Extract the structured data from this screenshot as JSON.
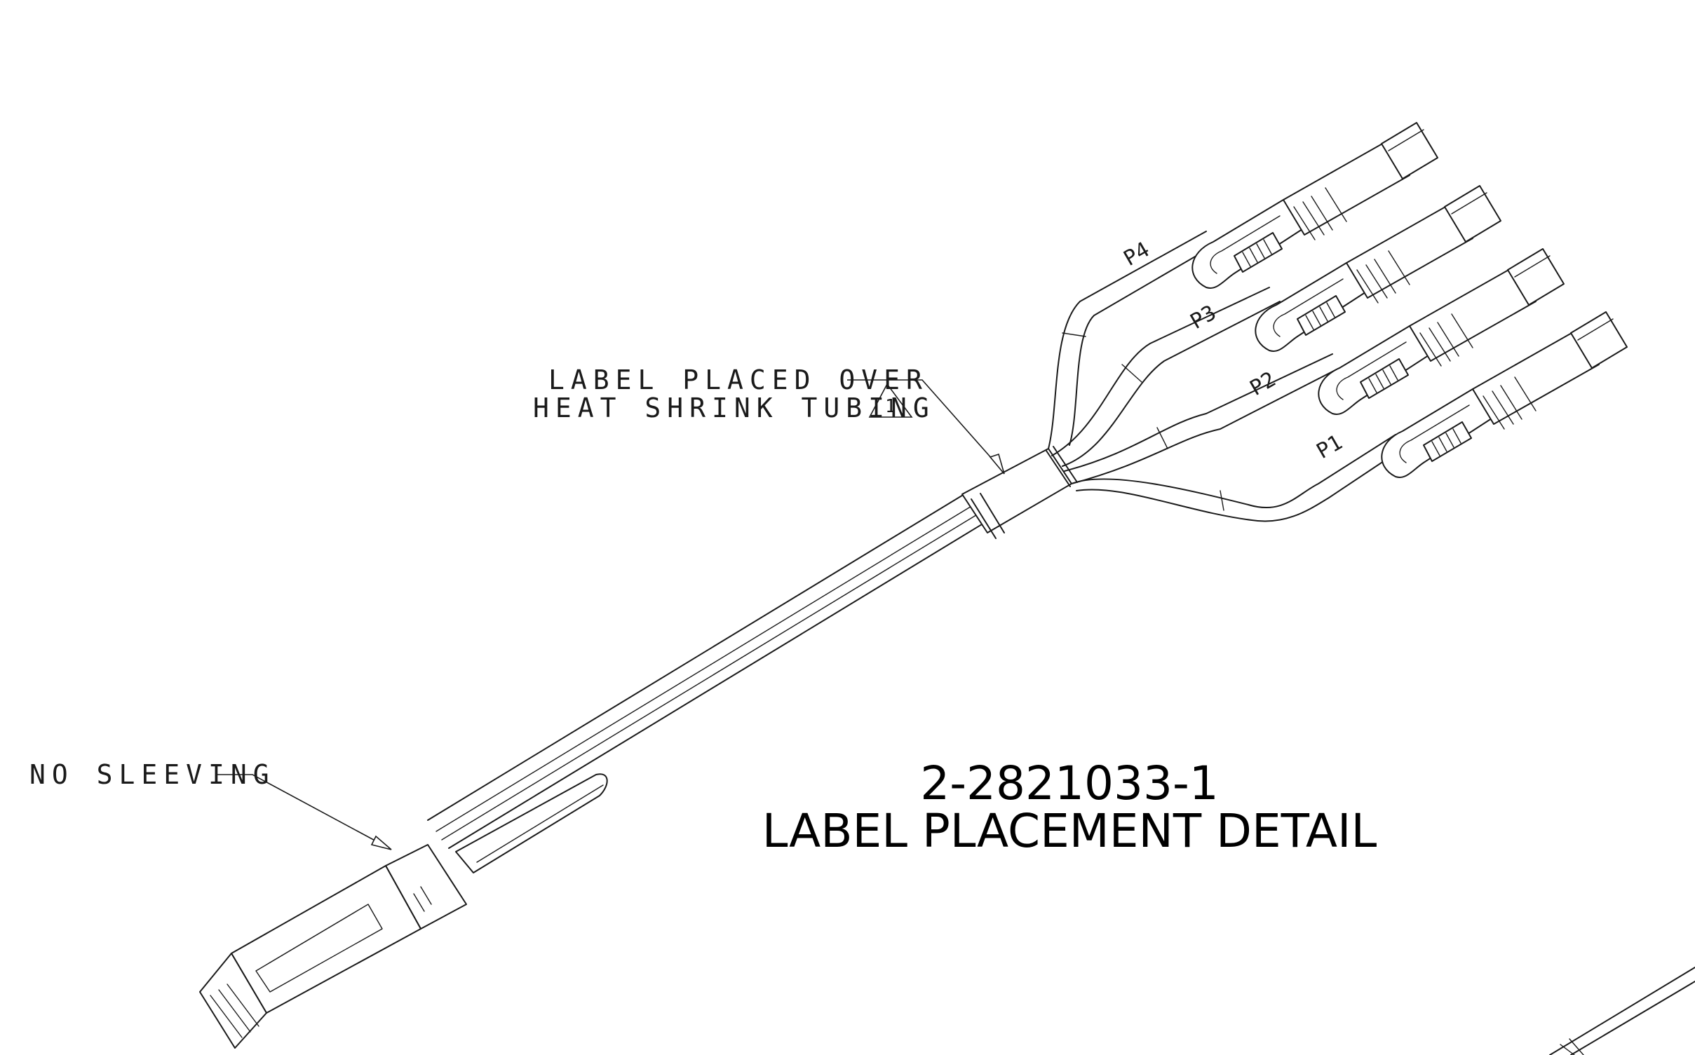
{
  "notes": {
    "label_placed_line1": "LABEL PLACED OVER",
    "label_placed_line2": "HEAT SHRINK TUBING",
    "revision_flag": "1",
    "no_sleeving": "NO SLEEVING"
  },
  "title": {
    "part_number": "2-2821033-1",
    "caption": "LABEL PLACEMENT DETAIL"
  },
  "leg_labels": [
    "P4",
    "P3",
    "P2",
    "P1"
  ]
}
